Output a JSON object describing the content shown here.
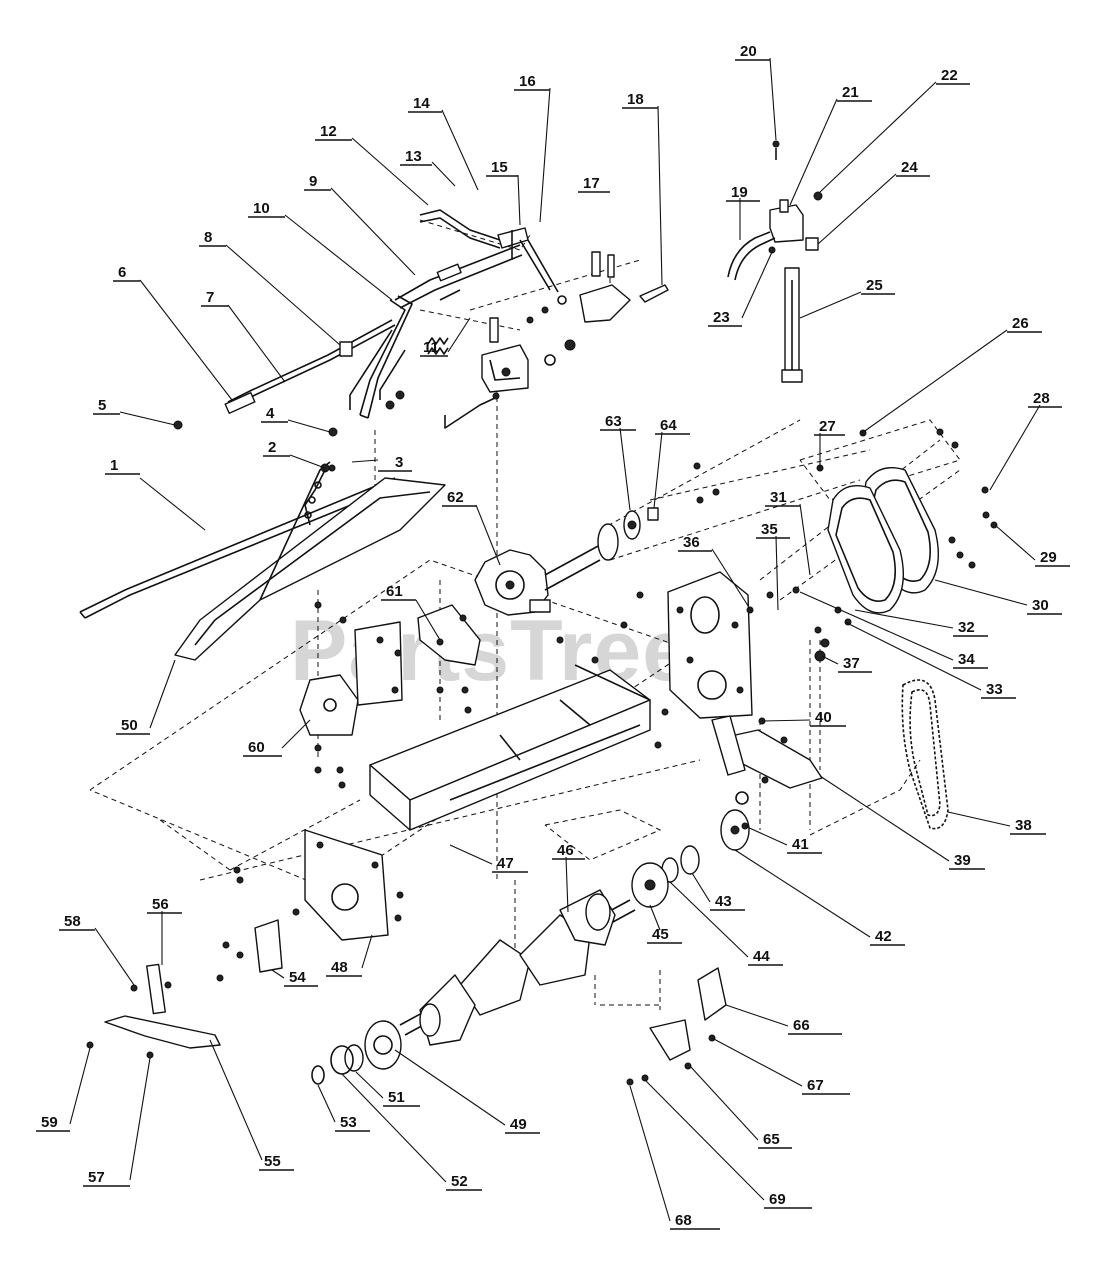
{
  "watermark": "PartsTree",
  "callouts": [
    {
      "id": "1",
      "label": "1"
    },
    {
      "id": "2",
      "label": "2"
    },
    {
      "id": "3",
      "label": "3"
    },
    {
      "id": "4",
      "label": "4"
    },
    {
      "id": "5",
      "label": "5"
    },
    {
      "id": "6",
      "label": "6"
    },
    {
      "id": "7",
      "label": "7"
    },
    {
      "id": "8",
      "label": "8"
    },
    {
      "id": "9",
      "label": "9"
    },
    {
      "id": "10",
      "label": "10"
    },
    {
      "id": "11",
      "label": "11"
    },
    {
      "id": "12",
      "label": "12"
    },
    {
      "id": "13",
      "label": "13"
    },
    {
      "id": "14",
      "label": "14"
    },
    {
      "id": "15",
      "label": "15"
    },
    {
      "id": "16",
      "label": "16"
    },
    {
      "id": "17",
      "label": "17"
    },
    {
      "id": "18",
      "label": "18"
    },
    {
      "id": "19",
      "label": "19"
    },
    {
      "id": "20",
      "label": "20"
    },
    {
      "id": "21",
      "label": "21"
    },
    {
      "id": "22",
      "label": "22"
    },
    {
      "id": "23",
      "label": "23"
    },
    {
      "id": "24",
      "label": "24"
    },
    {
      "id": "25",
      "label": "25"
    },
    {
      "id": "26",
      "label": "26"
    },
    {
      "id": "27",
      "label": "27"
    },
    {
      "id": "28",
      "label": "28"
    },
    {
      "id": "29",
      "label": "29"
    },
    {
      "id": "30",
      "label": "30"
    },
    {
      "id": "31",
      "label": "31"
    },
    {
      "id": "32",
      "label": "32"
    },
    {
      "id": "33",
      "label": "33"
    },
    {
      "id": "34",
      "label": "34"
    },
    {
      "id": "35",
      "label": "35"
    },
    {
      "id": "36",
      "label": "36"
    },
    {
      "id": "37",
      "label": "37"
    },
    {
      "id": "38",
      "label": "38"
    },
    {
      "id": "39",
      "label": "39"
    },
    {
      "id": "40",
      "label": "40"
    },
    {
      "id": "41",
      "label": "41"
    },
    {
      "id": "42",
      "label": "42"
    },
    {
      "id": "43",
      "label": "43"
    },
    {
      "id": "44",
      "label": "44"
    },
    {
      "id": "45",
      "label": "45"
    },
    {
      "id": "46",
      "label": "46"
    },
    {
      "id": "47",
      "label": "47"
    },
    {
      "id": "48",
      "label": "48"
    },
    {
      "id": "49",
      "label": "49"
    },
    {
      "id": "50",
      "label": "50"
    },
    {
      "id": "51",
      "label": "51"
    },
    {
      "id": "52",
      "label": "52"
    },
    {
      "id": "53",
      "label": "53"
    },
    {
      "id": "54",
      "label": "54"
    },
    {
      "id": "55",
      "label": "55"
    },
    {
      "id": "56",
      "label": "56"
    },
    {
      "id": "57",
      "label": "57"
    },
    {
      "id": "58",
      "label": "58"
    },
    {
      "id": "59",
      "label": "59"
    },
    {
      "id": "60",
      "label": "60"
    },
    {
      "id": "61",
      "label": "61"
    },
    {
      "id": "62",
      "label": "62"
    },
    {
      "id": "63",
      "label": "63"
    },
    {
      "id": "64",
      "label": "64"
    },
    {
      "id": "65",
      "label": "65"
    },
    {
      "id": "66",
      "label": "66"
    },
    {
      "id": "67",
      "label": "67"
    },
    {
      "id": "68",
      "label": "68"
    },
    {
      "id": "69",
      "label": "69"
    }
  ]
}
